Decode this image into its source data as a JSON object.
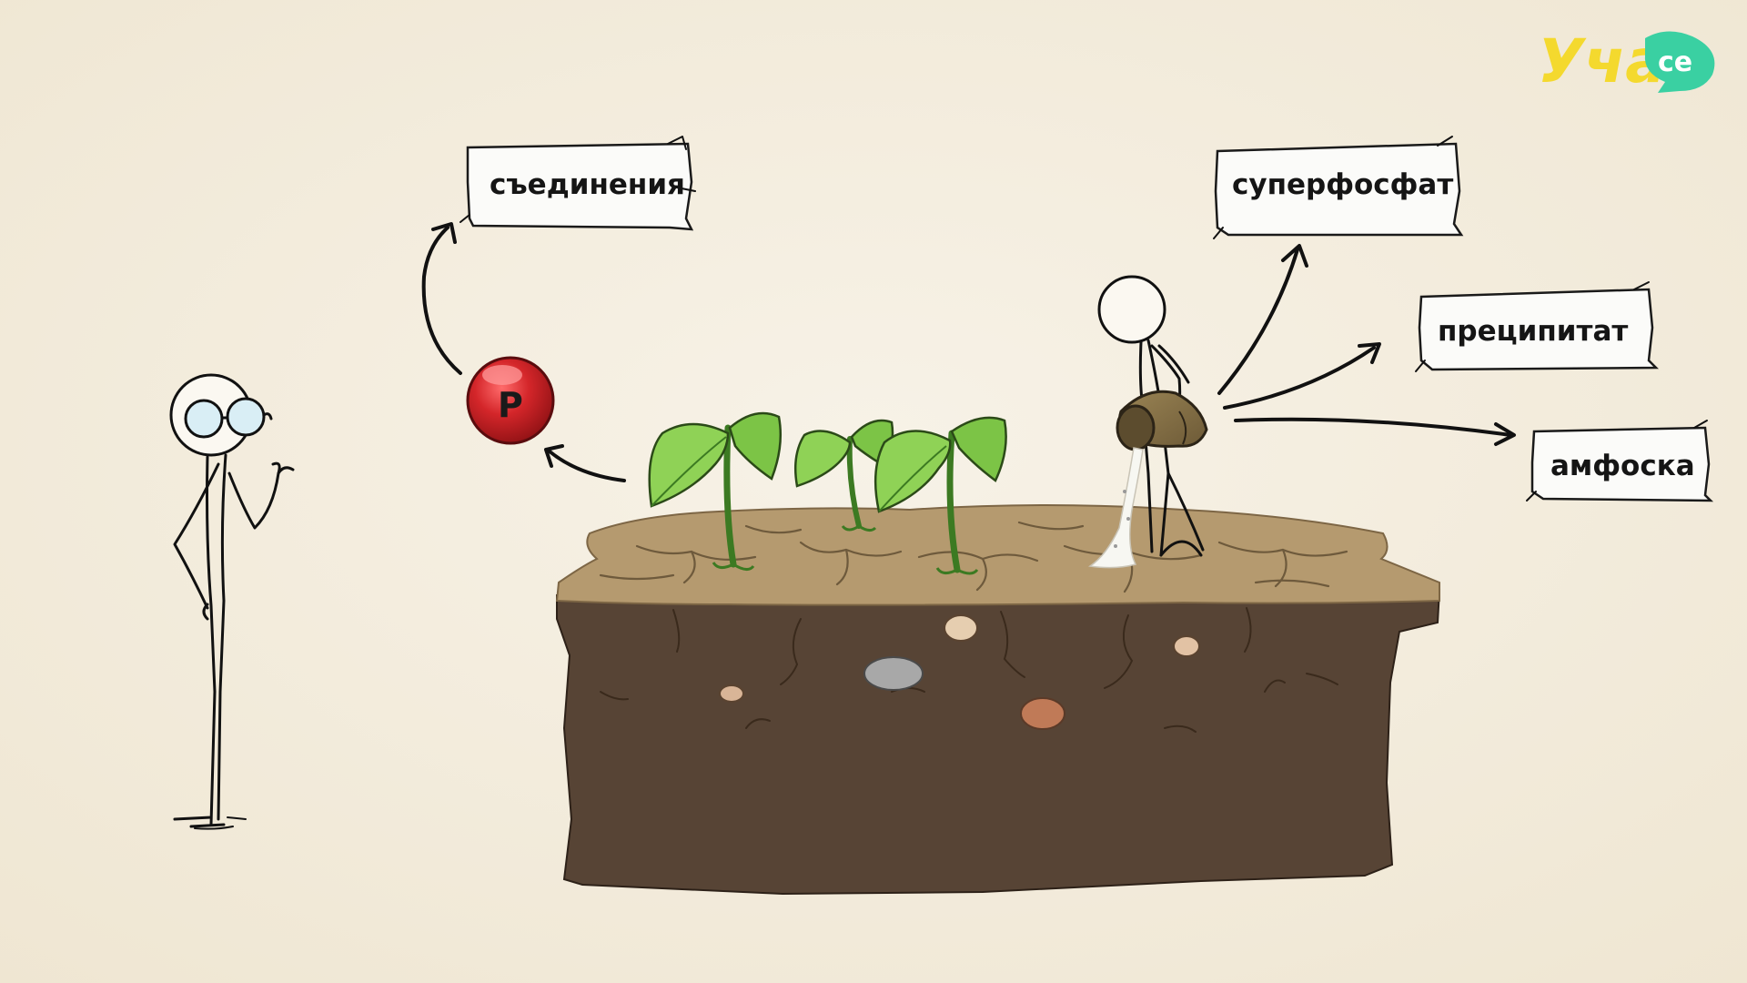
{
  "logo": {
    "text": "Уча",
    "badge": "се"
  },
  "element": {
    "symbol": "P",
    "color": "#d4262a"
  },
  "labels": {
    "compounds": "съединения",
    "superphosphate": "суперфосфат",
    "precipitate": "преципитат",
    "amphoska": "амфоска"
  },
  "colors": {
    "background": "#f5efe2",
    "soil_top": "#b59a6f",
    "soil_body": "#574435",
    "leaf": "#8fd256",
    "logo_yellow": "#f4d92e",
    "logo_green": "#3ad0a2"
  }
}
